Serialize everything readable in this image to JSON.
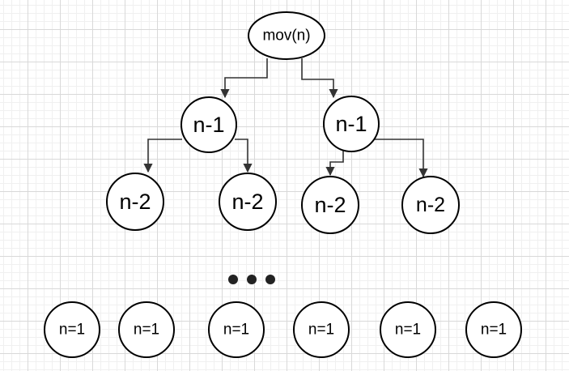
{
  "diagram": {
    "root": {
      "label": "mov(n)"
    },
    "level1": [
      {
        "label": "n-1"
      },
      {
        "label": "n-1"
      }
    ],
    "level2": [
      {
        "label": "n-2"
      },
      {
        "label": "n-2"
      },
      {
        "label": "n-2"
      },
      {
        "label": "n-2"
      }
    ],
    "leaves": [
      {
        "label": "n=1"
      },
      {
        "label": "n=1"
      },
      {
        "label": "n=1"
      },
      {
        "label": "n=1"
      },
      {
        "label": "n=1"
      },
      {
        "label": "n=1"
      }
    ],
    "colors": {
      "node_stroke": "#000000",
      "edge": "#333333",
      "grid_major": "#d9d9d9",
      "grid_minor": "#f0f0f0"
    }
  }
}
